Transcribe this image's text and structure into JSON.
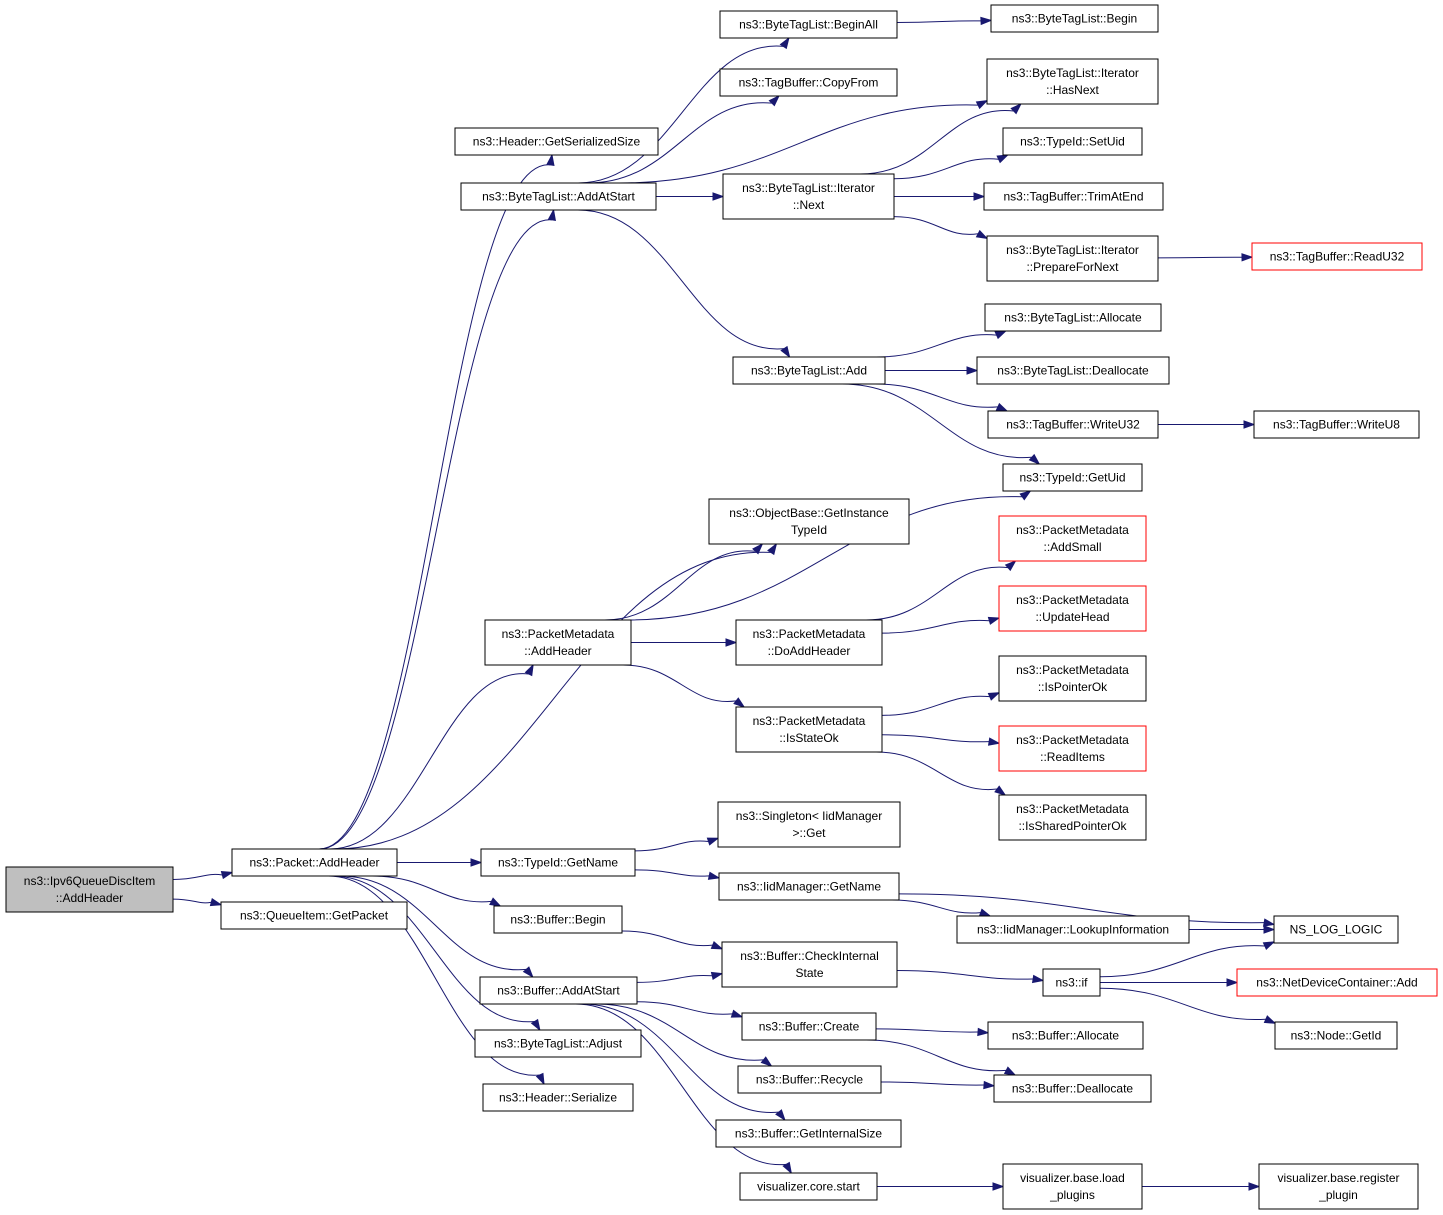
{
  "graph": {
    "colors": {
      "edge": "#191970",
      "root_fill": "#bfbfbf",
      "node_fill": "#ffffff",
      "node_border": "#000000",
      "truncated_border": "#ff0000"
    },
    "nodes": [
      {
        "id": "root",
        "lines": [
          "ns3::Ipv6QueueDiscItem",
          "::AddHeader"
        ],
        "kind": "root"
      },
      {
        "id": "packet_addheader",
        "lines": [
          "ns3::Packet::AddHeader"
        ]
      },
      {
        "id": "queueitem_getpacket",
        "lines": [
          "ns3::QueueItem::GetPacket"
        ]
      },
      {
        "id": "header_getserializedsize",
        "lines": [
          "ns3::Header::GetSerializedSize"
        ]
      },
      {
        "id": "btl_addatstart",
        "lines": [
          "ns3::ByteTagList::AddAtStart"
        ]
      },
      {
        "id": "btl_beginall",
        "lines": [
          "ns3::ByteTagList::BeginAll"
        ]
      },
      {
        "id": "btl_begin",
        "lines": [
          "ns3::ByteTagList::Begin"
        ]
      },
      {
        "id": "tagbuffer_copyfrom",
        "lines": [
          "ns3::TagBuffer::CopyFrom"
        ]
      },
      {
        "id": "btl_iter_hasnext",
        "lines": [
          "ns3::ByteTagList::Iterator",
          "::HasNext"
        ]
      },
      {
        "id": "typeid_setuid",
        "lines": [
          "ns3::TypeId::SetUid"
        ]
      },
      {
        "id": "btl_iter_next",
        "lines": [
          "ns3::ByteTagList::Iterator",
          "::Next"
        ]
      },
      {
        "id": "tagbuffer_trimatend",
        "lines": [
          "ns3::TagBuffer::TrimAtEnd"
        ]
      },
      {
        "id": "btl_iter_preparefornext",
        "lines": [
          "ns3::ByteTagList::Iterator",
          "::PrepareForNext"
        ]
      },
      {
        "id": "tagbuffer_readu32",
        "lines": [
          "ns3::TagBuffer::ReadU32"
        ],
        "kind": "truncated"
      },
      {
        "id": "btl_allocate",
        "lines": [
          "ns3::ByteTagList::Allocate"
        ]
      },
      {
        "id": "btl_add",
        "lines": [
          "ns3::ByteTagList::Add"
        ]
      },
      {
        "id": "btl_deallocate",
        "lines": [
          "ns3::ByteTagList::Deallocate"
        ]
      },
      {
        "id": "tagbuffer_writeu32",
        "lines": [
          "ns3::TagBuffer::WriteU32"
        ]
      },
      {
        "id": "tagbuffer_writeu8",
        "lines": [
          "ns3::TagBuffer::WriteU8"
        ]
      },
      {
        "id": "typeid_getuid",
        "lines": [
          "ns3::TypeId::GetUid"
        ]
      },
      {
        "id": "objectbase_getinstancetypeid",
        "lines": [
          "ns3::ObjectBase::GetInstance",
          "TypeId"
        ]
      },
      {
        "id": "pm_addsmall",
        "lines": [
          "ns3::PacketMetadata",
          "::AddSmall"
        ],
        "kind": "truncated"
      },
      {
        "id": "pm_addheader",
        "lines": [
          "ns3::PacketMetadata",
          "::AddHeader"
        ]
      },
      {
        "id": "pm_doaddheader",
        "lines": [
          "ns3::PacketMetadata",
          "::DoAddHeader"
        ]
      },
      {
        "id": "pm_updatehead",
        "lines": [
          "ns3::PacketMetadata",
          "::UpdateHead"
        ],
        "kind": "truncated"
      },
      {
        "id": "pm_ispointerok",
        "lines": [
          "ns3::PacketMetadata",
          "::IsPointerOk"
        ]
      },
      {
        "id": "pm_isstateok",
        "lines": [
          "ns3::PacketMetadata",
          "::IsStateOk"
        ]
      },
      {
        "id": "pm_readitems",
        "lines": [
          "ns3::PacketMetadata",
          "::ReadItems"
        ],
        "kind": "truncated"
      },
      {
        "id": "pm_issharedpointerok",
        "lines": [
          "ns3::PacketMetadata",
          "::IsSharedPointerOk"
        ]
      },
      {
        "id": "singleton_get",
        "lines": [
          "ns3::Singleton< IidManager",
          ">::Get"
        ]
      },
      {
        "id": "typeid_getname",
        "lines": [
          "ns3::TypeId::GetName"
        ]
      },
      {
        "id": "iidmanager_getname",
        "lines": [
          "ns3::IidManager::GetName"
        ]
      },
      {
        "id": "ns_log_logic",
        "lines": [
          "NS_LOG_LOGIC"
        ]
      },
      {
        "id": "iidmanager_lookupinformation",
        "lines": [
          "ns3::IidManager::LookupInformation"
        ]
      },
      {
        "id": "buffer_begin",
        "lines": [
          "ns3::Buffer::Begin"
        ]
      },
      {
        "id": "buffer_checkinternalstate",
        "lines": [
          "ns3::Buffer::CheckInternal",
          "State"
        ]
      },
      {
        "id": "ns3_if",
        "lines": [
          "ns3::if"
        ]
      },
      {
        "id": "netdevicecontainer_add",
        "lines": [
          "ns3::NetDeviceContainer::Add"
        ],
        "kind": "truncated"
      },
      {
        "id": "buffer_addatstart",
        "lines": [
          "ns3::Buffer::AddAtStart"
        ]
      },
      {
        "id": "buffer_create",
        "lines": [
          "ns3::Buffer::Create"
        ]
      },
      {
        "id": "buffer_allocate",
        "lines": [
          "ns3::Buffer::Allocate"
        ]
      },
      {
        "id": "node_getid",
        "lines": [
          "ns3::Node::GetId"
        ]
      },
      {
        "id": "btl_adjust",
        "lines": [
          "ns3::ByteTagList::Adjust"
        ]
      },
      {
        "id": "buffer_recycle",
        "lines": [
          "ns3::Buffer::Recycle"
        ]
      },
      {
        "id": "buffer_deallocate",
        "lines": [
          "ns3::Buffer::Deallocate"
        ]
      },
      {
        "id": "header_serialize",
        "lines": [
          "ns3::Header::Serialize"
        ]
      },
      {
        "id": "buffer_getinternalsize",
        "lines": [
          "ns3::Buffer::GetInternalSize"
        ]
      },
      {
        "id": "visualizer_core_start",
        "lines": [
          "visualizer.core.start"
        ]
      },
      {
        "id": "visualizer_base_load_plugins",
        "lines": [
          "visualizer.base.load",
          "_plugins"
        ]
      },
      {
        "id": "visualizer_base_register_plugin",
        "lines": [
          "visualizer.base.register",
          "_plugin"
        ]
      }
    ],
    "edges": [
      {
        "from": "root",
        "to": "packet_addheader"
      },
      {
        "from": "root",
        "to": "queueitem_getpacket"
      },
      {
        "from": "packet_addheader",
        "to": "header_getserializedsize"
      },
      {
        "from": "packet_addheader",
        "to": "btl_addatstart"
      },
      {
        "from": "packet_addheader",
        "to": "objectbase_getinstancetypeid"
      },
      {
        "from": "packet_addheader",
        "to": "pm_addheader"
      },
      {
        "from": "packet_addheader",
        "to": "typeid_getname"
      },
      {
        "from": "packet_addheader",
        "to": "buffer_begin"
      },
      {
        "from": "packet_addheader",
        "to": "buffer_addatstart"
      },
      {
        "from": "packet_addheader",
        "to": "btl_adjust"
      },
      {
        "from": "packet_addheader",
        "to": "header_serialize"
      },
      {
        "from": "btl_addatstart",
        "to": "btl_beginall"
      },
      {
        "from": "btl_addatstart",
        "to": "tagbuffer_copyfrom"
      },
      {
        "from": "btl_addatstart",
        "to": "btl_iter_hasnext"
      },
      {
        "from": "btl_addatstart",
        "to": "btl_iter_next"
      },
      {
        "from": "btl_addatstart",
        "to": "btl_add"
      },
      {
        "from": "btl_beginall",
        "to": "btl_begin"
      },
      {
        "from": "btl_iter_next",
        "to": "btl_iter_hasnext"
      },
      {
        "from": "btl_iter_next",
        "to": "typeid_setuid"
      },
      {
        "from": "btl_iter_next",
        "to": "tagbuffer_trimatend"
      },
      {
        "from": "btl_iter_next",
        "to": "btl_iter_preparefornext"
      },
      {
        "from": "btl_iter_preparefornext",
        "to": "tagbuffer_readu32"
      },
      {
        "from": "btl_add",
        "to": "btl_allocate"
      },
      {
        "from": "btl_add",
        "to": "btl_deallocate"
      },
      {
        "from": "btl_add",
        "to": "tagbuffer_writeu32"
      },
      {
        "from": "btl_add",
        "to": "typeid_getuid"
      },
      {
        "from": "tagbuffer_writeu32",
        "to": "tagbuffer_writeu8"
      },
      {
        "from": "pm_addheader",
        "to": "objectbase_getinstancetypeid"
      },
      {
        "from": "pm_addheader",
        "to": "typeid_getuid"
      },
      {
        "from": "pm_addheader",
        "to": "pm_doaddheader"
      },
      {
        "from": "pm_addheader",
        "to": "pm_isstateok"
      },
      {
        "from": "pm_doaddheader",
        "to": "pm_addsmall"
      },
      {
        "from": "pm_doaddheader",
        "to": "pm_updatehead"
      },
      {
        "from": "pm_isstateok",
        "to": "pm_ispointerok"
      },
      {
        "from": "pm_isstateok",
        "to": "pm_readitems"
      },
      {
        "from": "pm_isstateok",
        "to": "pm_issharedpointerok"
      },
      {
        "from": "typeid_getname",
        "to": "singleton_get"
      },
      {
        "from": "typeid_getname",
        "to": "iidmanager_getname"
      },
      {
        "from": "iidmanager_getname",
        "to": "ns_log_logic"
      },
      {
        "from": "iidmanager_getname",
        "to": "iidmanager_lookupinformation"
      },
      {
        "from": "iidmanager_lookupinformation",
        "to": "ns_log_logic"
      },
      {
        "from": "buffer_begin",
        "to": "buffer_checkinternalstate"
      },
      {
        "from": "buffer_checkinternalstate",
        "to": "ns3_if"
      },
      {
        "from": "ns3_if",
        "to": "ns_log_logic"
      },
      {
        "from": "ns3_if",
        "to": "netdevicecontainer_add"
      },
      {
        "from": "ns3_if",
        "to": "node_getid"
      },
      {
        "from": "buffer_addatstart",
        "to": "buffer_checkinternalstate"
      },
      {
        "from": "buffer_addatstart",
        "to": "buffer_create"
      },
      {
        "from": "buffer_addatstart",
        "to": "buffer_recycle"
      },
      {
        "from": "buffer_addatstart",
        "to": "buffer_getinternalsize"
      },
      {
        "from": "buffer_addatstart",
        "to": "visualizer_core_start"
      },
      {
        "from": "buffer_create",
        "to": "buffer_allocate"
      },
      {
        "from": "buffer_create",
        "to": "buffer_deallocate"
      },
      {
        "from": "buffer_recycle",
        "to": "buffer_deallocate"
      },
      {
        "from": "visualizer_core_start",
        "to": "visualizer_base_load_plugins"
      },
      {
        "from": "visualizer_base_load_plugins",
        "to": "visualizer_base_register_plugin"
      }
    ]
  }
}
